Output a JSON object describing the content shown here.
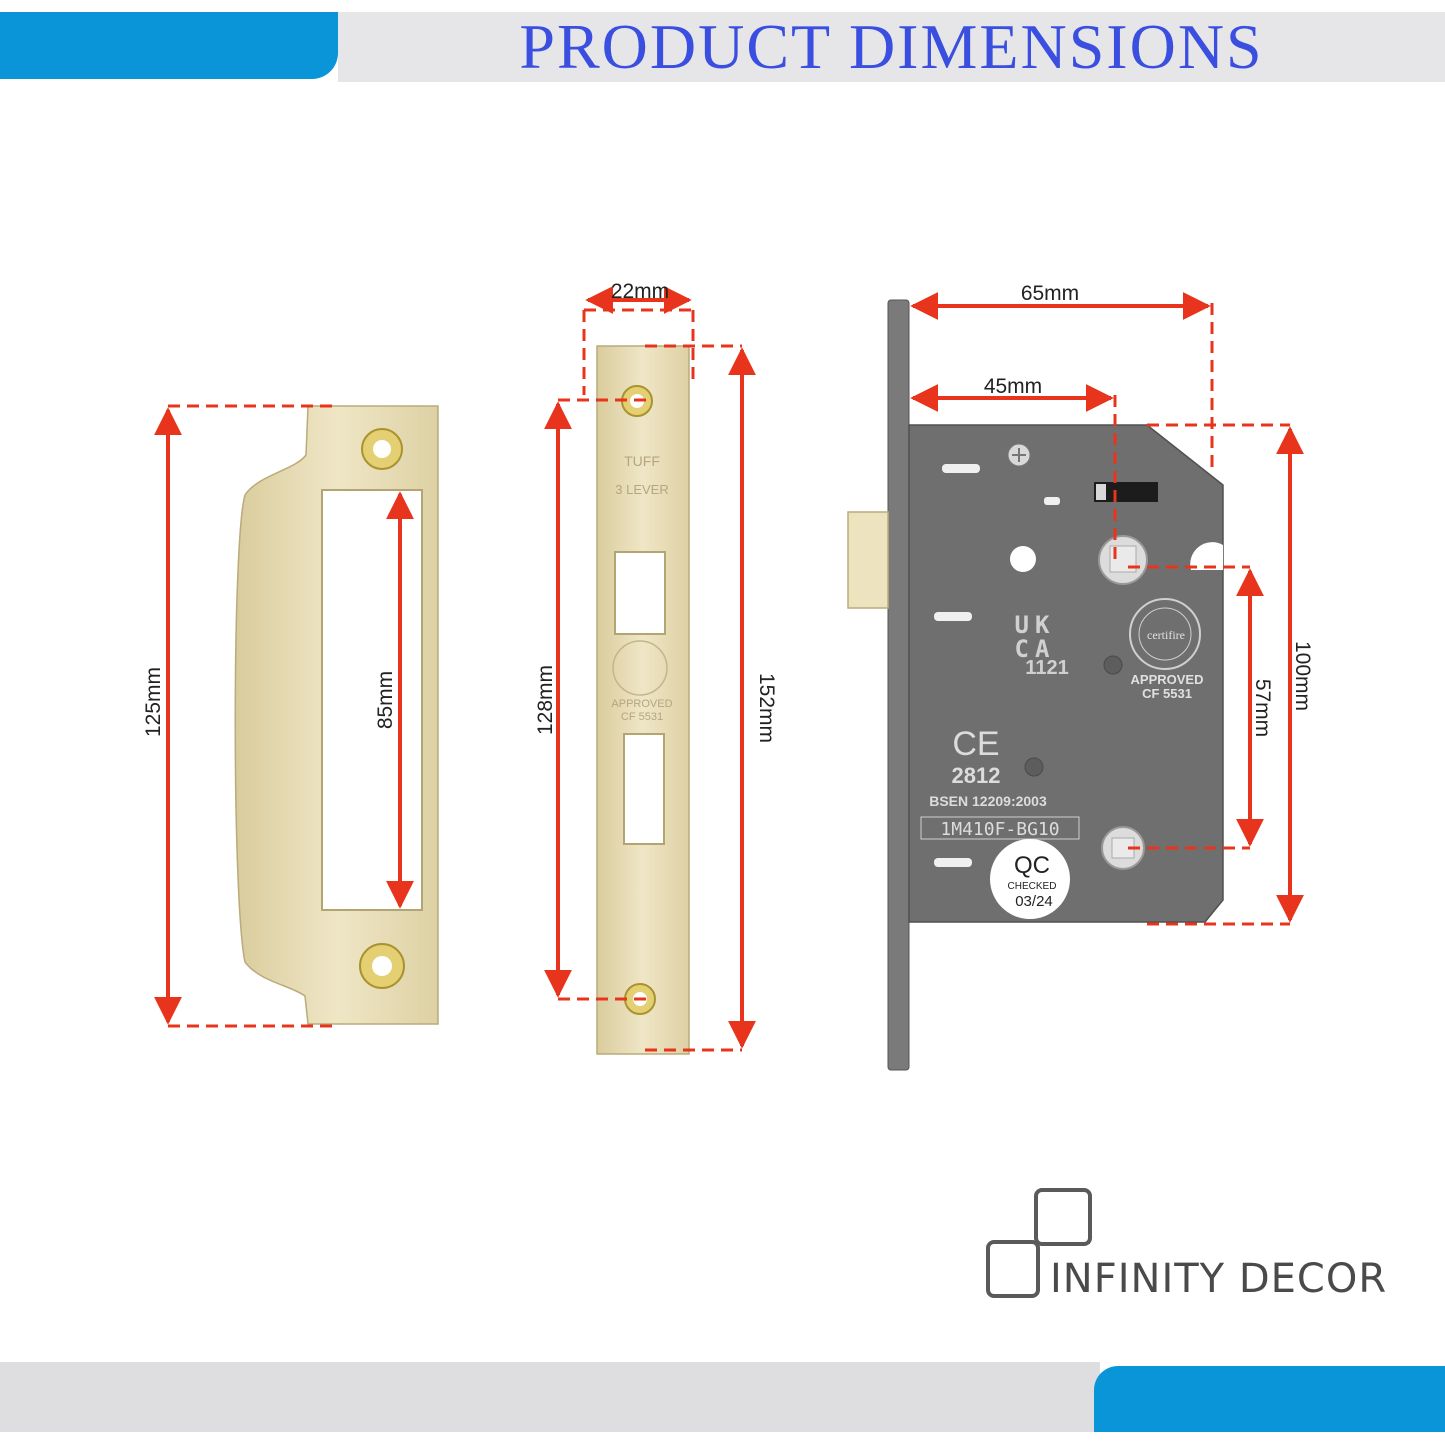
{
  "header": {
    "title": "PRODUCT  DIMENSIONS"
  },
  "colors": {
    "accent_blue": "#0a95d8",
    "title_blue": "#3a4fe0",
    "dimension_red": "#e8341c",
    "brass": "#e8ddb5",
    "lock_grey": "#6e6e6e"
  },
  "strike_plate": {
    "height_label": "125mm",
    "slot_label": "85mm"
  },
  "forend_plate": {
    "width_label": "22mm",
    "fixing_centres_label": "128mm",
    "height_label": "152mm",
    "stamp_line_1": "TUFF",
    "stamp_line_2": "3 LEVER",
    "stamp_approved": "APPROVED",
    "stamp_cf": "CF 5531"
  },
  "lock_case": {
    "case_label": "65mm",
    "backset_label": "45mm",
    "centres_label": "57mm",
    "body_height_label": "100mm",
    "ukca_line_1": "UK",
    "ukca_line_2": "CA",
    "ukca_number": "1121",
    "certifire": "certifire",
    "approved": "APPROVED",
    "cf_number": "CF  5531",
    "ce_mark": "CE",
    "ce_number": "2812",
    "standard": "BSEN 12209:2003",
    "grade_code": "1M410F-BG10",
    "qc_title": "QC",
    "qc_checked": "CHECKED",
    "qc_date": "03/24"
  },
  "logo": {
    "text": "INFINITY DECOR"
  }
}
